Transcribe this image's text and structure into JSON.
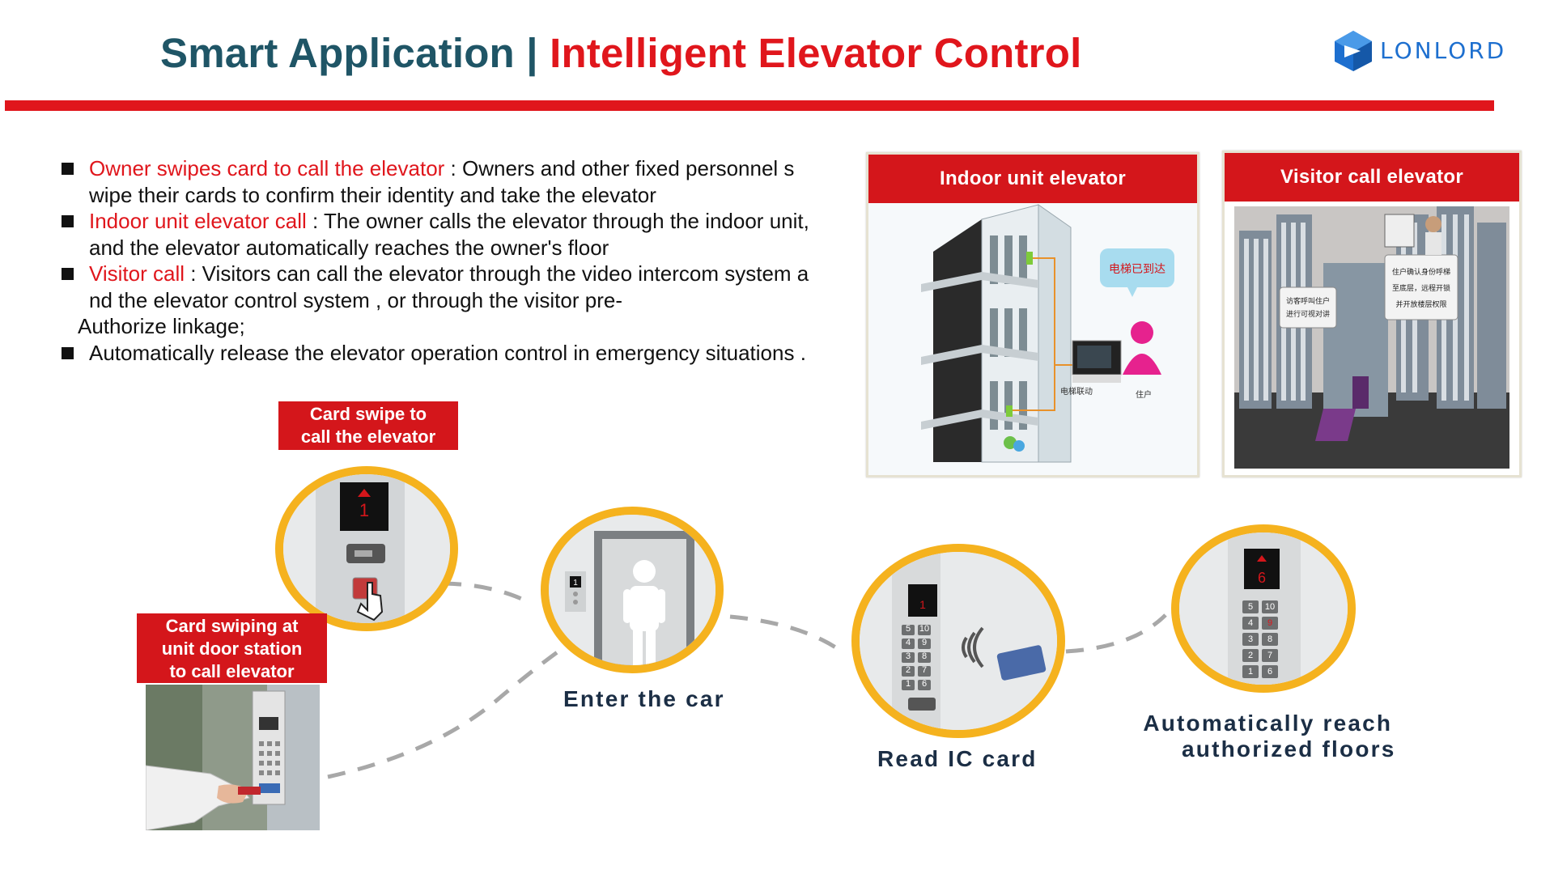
{
  "title": {
    "part1": "Smart Application",
    "separator": " | ",
    "part2": "Intelligent Elevator Control"
  },
  "logo": {
    "text": "LONLORD"
  },
  "colors": {
    "accent_red": "#e0161c",
    "title_teal": "#1f5566",
    "ring_orange": "#f5b21e",
    "logo_blue": "#1d6fcf"
  },
  "bullets": [
    {
      "highlight": "Owner swipes card to call the elevator",
      "line1": " : Owners and other fixed personnel s",
      "line2": "wipe their cards to confirm their identity and take the elevator"
    },
    {
      "highlight": "Indoor unit elevator call",
      "line1": " : The owner calls the elevator through the indoor unit,",
      "line2": "and the elevator automatically reaches the owner's floor"
    },
    {
      "highlight": "Visitor call",
      "line1": " : Visitors can call the elevator through the video intercom system a",
      "line2": "nd the elevator control system , or through the visitor pre-",
      "line3": "Authorize linkage;"
    },
    {
      "text": "Automatically release the elevator operation control in emergency situations ."
    }
  ],
  "panels": {
    "indoor": {
      "header": "Indoor unit elevator",
      "bubble": "电梯已到达",
      "link_label": "电梯联动",
      "resident_label": "住户"
    },
    "visitor": {
      "header": "Visitor call elevator",
      "bubble_left_1": "访客呼叫住户",
      "bubble_left_2": "进行可视对讲",
      "bubble_right_1": "住户确认身份呼梯",
      "bubble_right_2": "至底层，远程开锁",
      "bubble_right_3": "并开放楼层权限"
    }
  },
  "tags": {
    "card_swipe_line1": "Card swipe to",
    "card_swipe_line2": "call the elevator",
    "door_station_line1": "Card swiping at",
    "door_station_line2": "unit door station",
    "door_station_line3": "to call elevator"
  },
  "steps": {
    "enter": "Enter the car",
    "read": "Read IC card",
    "reach_line1": "Automatically reach",
    "reach_line2": "authorized floors"
  },
  "displays": {
    "hall_floor": "1",
    "car_floor": "1",
    "card_panel_floor": "1",
    "final_floor": "6"
  },
  "keypad": {
    "left": [
      "5",
      "4",
      "3",
      "2",
      "1"
    ],
    "right": [
      "10",
      "9",
      "8",
      "7",
      "6"
    ]
  }
}
